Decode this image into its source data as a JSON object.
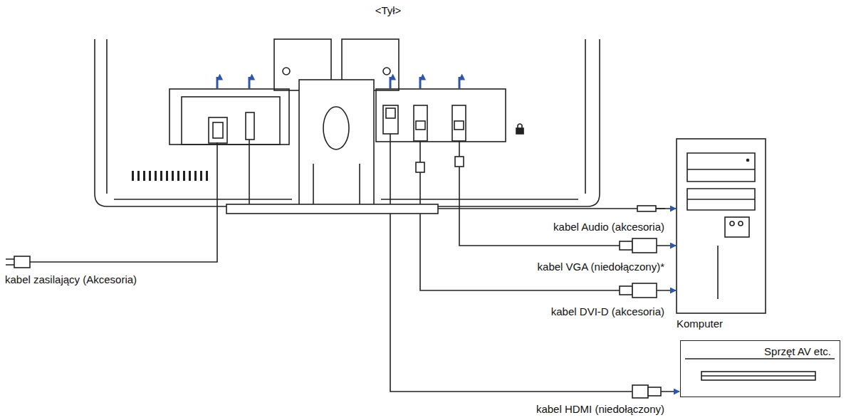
{
  "diagram": {
    "nodes": [
      {
        "text": [
          "<Tył>"
        ]
      },
      {
        "text": [
          "Komputer"
        ]
      },
      {
        "text": [
          "Sprzęt AV etc."
        ]
      }
    ],
    "edges": [
      {
        "from": 0,
        "to": 1,
        "arrow": "to",
        "label": "kabel Audio (akcesoria)"
      },
      {
        "from": 0,
        "to": 1,
        "arrow": "to",
        "label": "kabel VGA (niedołączony)*"
      },
      {
        "from": 0,
        "to": 1,
        "arrow": "to",
        "label": "kabel DVI-D (akcesoria)"
      },
      {
        "from": 0,
        "to": 2,
        "arrow": "to",
        "label": "kabel HDMI (niedołączony)"
      }
    ],
    "labels": [
      "kabel zasilający (Akcesoria)"
    ]
  }
}
